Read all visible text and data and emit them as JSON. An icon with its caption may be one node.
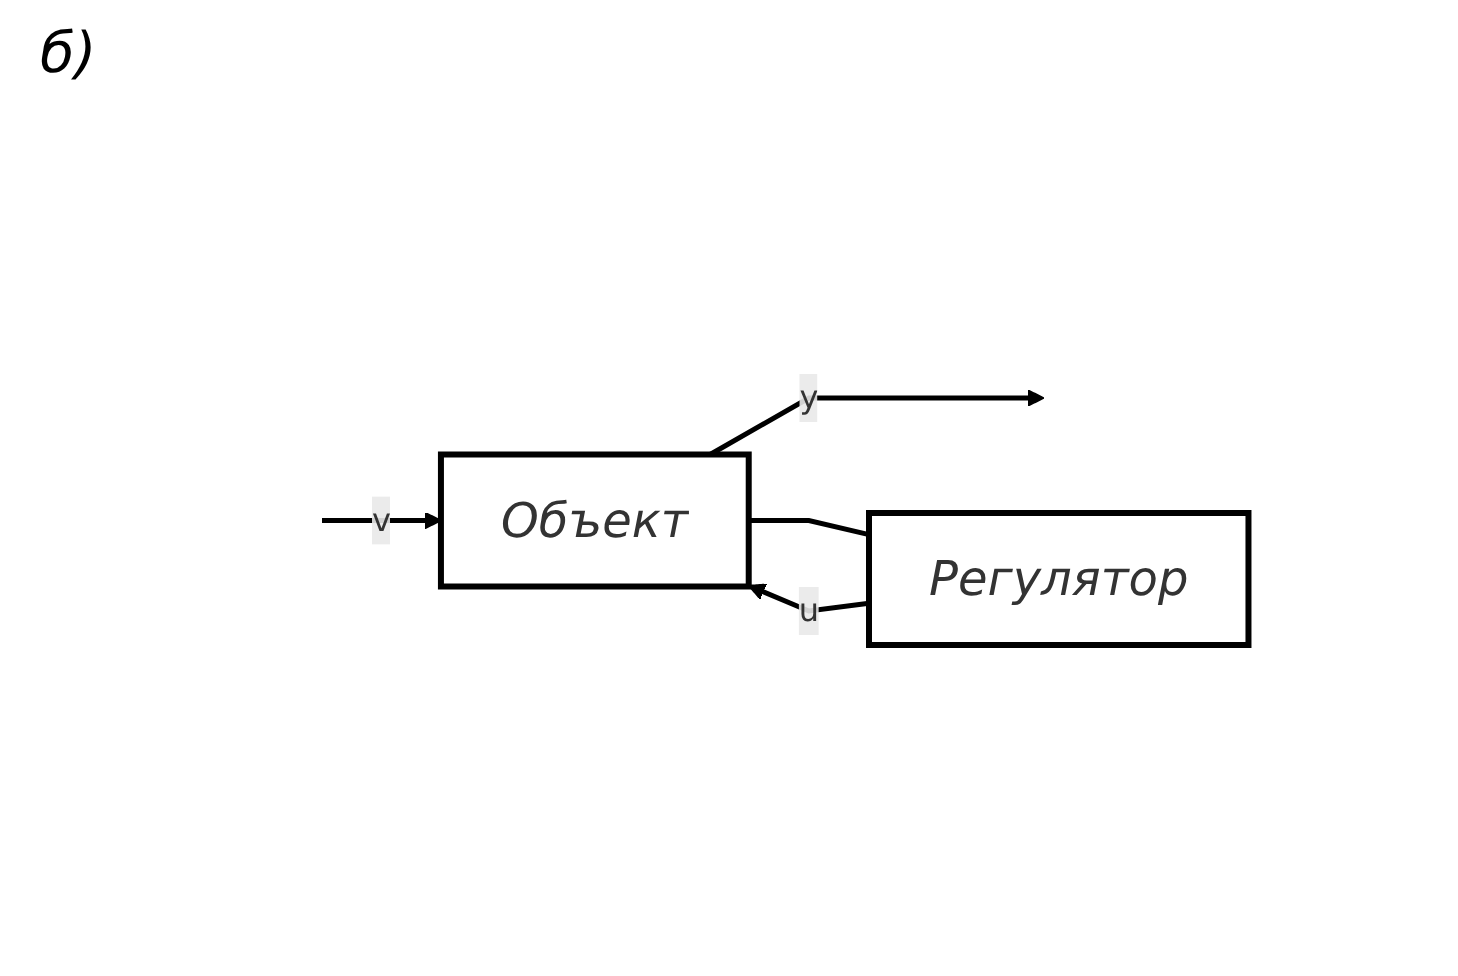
{
  "diagram": {
    "nodes": [
      {
        "text": [
          "Объект"
        ]
      },
      {
        "text": [
          "Регулятор"
        ]
      }
    ],
    "edges": [
      {
        "from": null,
        "to": 0,
        "arrow": "to",
        "label": "v"
      },
      {
        "from": 0,
        "to": null,
        "arrow": "to",
        "label": "y"
      },
      {
        "from": 1,
        "to": 0,
        "arrow": "to",
        "label": "u"
      },
      {
        "from": 0,
        "to": 1,
        "arrow": "none"
      }
    ],
    "labels": [
      "б)"
    ]
  }
}
